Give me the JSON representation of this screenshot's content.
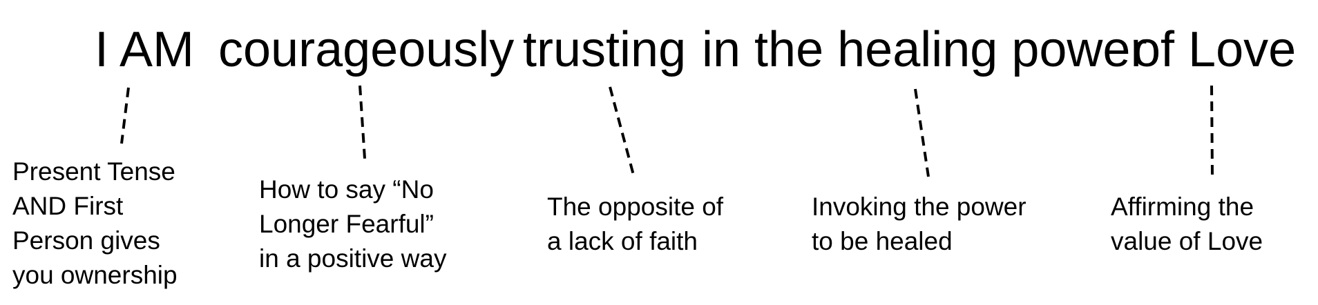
{
  "phrases": [
    "I AM",
    "courageously",
    "trusting",
    "in the healing power",
    "of Love"
  ],
  "annotations": [
    "Present Tense\nAND First\nPerson gives\nyou ownership",
    "How to say “No\nLonger Fearful”\nin a positive way",
    "The opposite of\na lack of faith",
    "Invoking the power\nto be healed",
    "Affirming the\nvalue of Love"
  ]
}
